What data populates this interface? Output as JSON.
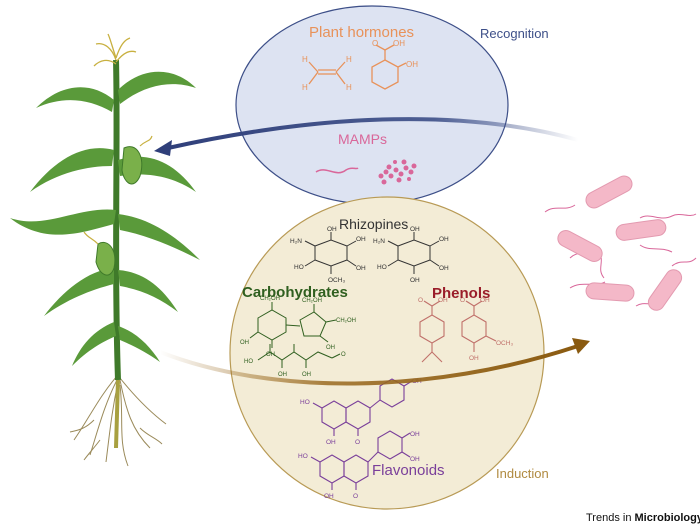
{
  "labels": {
    "plant_hormones": "Plant hormones",
    "recognition": "Recognition",
    "mamps": "MAMPs",
    "rhizopines": "Rhizopines",
    "carbohydrates": "Carbohydrates",
    "phenols": "Phenols",
    "flavonoids": "Flavonoids",
    "induction": "Induction"
  },
  "journal": {
    "part1": "Trends in ",
    "part2": "Microbiology"
  },
  "chem_text": {
    "h": "H",
    "oh": "OH",
    "o": "O",
    "ho": "HO",
    "h2n": "H₂N",
    "och3": "OCH₃",
    "ch2oh": "CH₂OH"
  },
  "colors": {
    "recognition_fill": "#dde3f2",
    "recognition_stroke": "#3d4f88",
    "induction_fill": "#f3ecd6",
    "induction_stroke": "#b89a55",
    "hormone": "#e8925a",
    "mamp": "#d9679a",
    "carbohydrate": "#2f5f1f",
    "phenol": "#9a1d2a",
    "flavonoid": "#7a3f9a",
    "bacteria": "#f4b8c8",
    "leaf": "#5a9a3a",
    "stem": "#3f7a2a",
    "tassel": "#c8b040",
    "root": "#9a8a5a"
  },
  "icons": [
    "maize-plant",
    "bacteria-cells",
    "recognition-arrow",
    "induction-arrow"
  ]
}
